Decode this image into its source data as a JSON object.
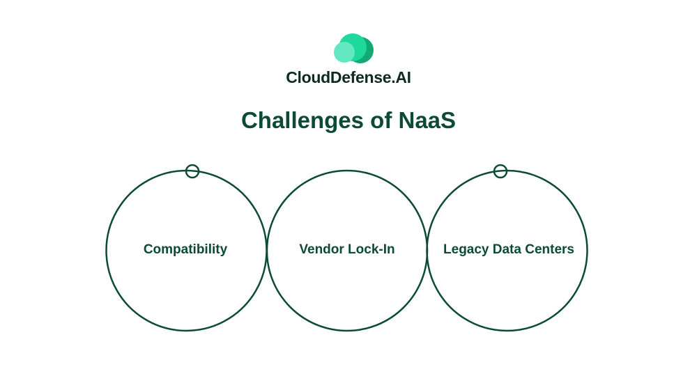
{
  "brand": {
    "name": "CloudDefense.AI"
  },
  "title": "Challenges of NaaS",
  "items": [
    {
      "label": "Compatibility"
    },
    {
      "label": "Vendor Lock-In"
    },
    {
      "label": "Legacy Data Centers"
    }
  ],
  "colors": {
    "primary": "#0b4a36",
    "logo_dark": "#14a873",
    "logo_mid": "#1fd89c",
    "logo_light": "#62e9c2"
  }
}
